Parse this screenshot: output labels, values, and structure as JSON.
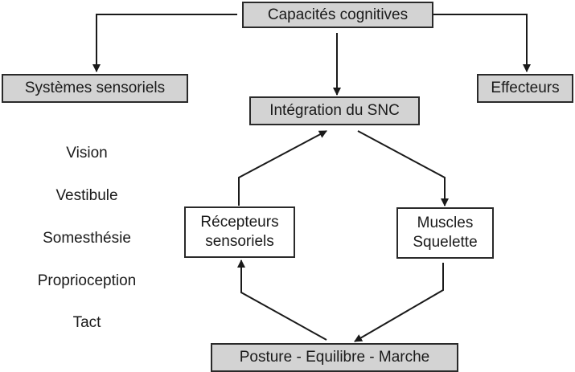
{
  "diagram": {
    "nodes": {
      "capacites": "Capacités cognitives",
      "systemes": "Systèmes sensoriels",
      "effecteurs": "Effecteurs",
      "integration": "Intégration du SNC",
      "recepteurs_line1": "Récepteurs",
      "recepteurs_line2": "sensoriels",
      "muscles_line1": "Muscles",
      "muscles_line2": "Squelette",
      "posture": "Posture - Equilibre - Marche"
    },
    "sensory_list": [
      "Vision",
      "Vestibule",
      "Somesthésie",
      "Proprioception",
      "Tact"
    ],
    "edges": [
      {
        "from": "Capacités cognitives",
        "to": "Systèmes sensoriels"
      },
      {
        "from": "Capacités cognitives",
        "to": "Intégration du SNC"
      },
      {
        "from": "Capacités cognitives",
        "to": "Effecteurs"
      },
      {
        "from": "Récepteurs sensoriels",
        "to": "Intégration du SNC"
      },
      {
        "from": "Intégration du SNC",
        "to": "Muscles Squelette"
      },
      {
        "from": "Muscles Squelette",
        "to": "Posture - Equilibre - Marche"
      },
      {
        "from": "Posture - Equilibre - Marche",
        "to": "Récepteurs sensoriels"
      }
    ],
    "colors": {
      "box_fill": "#d3d3d3",
      "line": "#1a1a1a"
    }
  }
}
